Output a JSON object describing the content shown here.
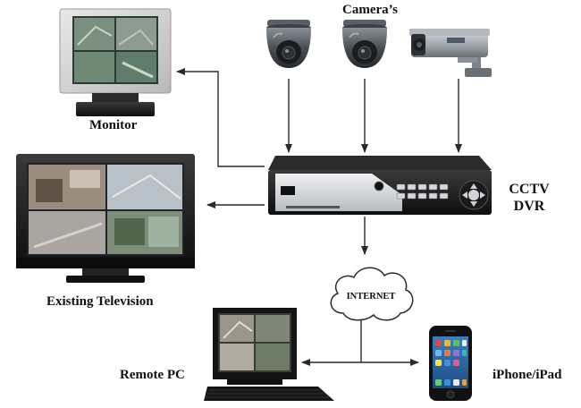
{
  "labels": {
    "cameras": "Camera’s",
    "monitor": "Monitor",
    "existing_tv": "Existing Television",
    "cctv": "CCTV",
    "dvr": "DVR",
    "internet": "INTERNET",
    "remote_pc": "Remote PC",
    "iphone_ipad": "iPhone/iPad"
  },
  "colors": {
    "arrow": "#2a2a2a",
    "device_dark": "#1b1b1b",
    "device_silver": "#c9ccd0",
    "dome_camera": "#4a4f55",
    "bullet_camera": "#9aa0a6",
    "screen_green": "#5f7d6a",
    "iphone_screen": "#2f6fb0"
  },
  "icons": {
    "dome_camera": "dome-camera-icon",
    "bullet_camera": "bullet-camera-icon",
    "monitor": "crt-monitor-icon",
    "television": "flatscreen-tv-icon",
    "dvr": "dvr-recorder-icon",
    "cloud": "cloud-icon",
    "remote_pc": "desktop-pc-icon",
    "iphone": "smartphone-icon"
  }
}
